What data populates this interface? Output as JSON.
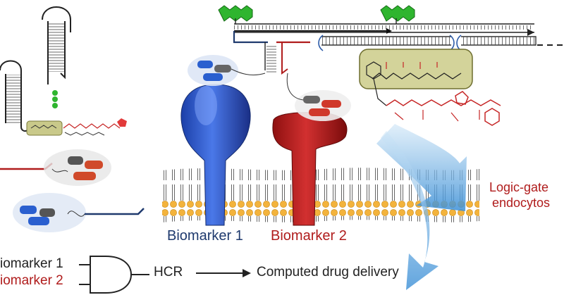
{
  "labels": {
    "biomarker1": "Biomarker 1",
    "biomarker2": "Biomarker 2",
    "logic_line1": "Logic-gate",
    "logic_line2": "endocytos",
    "legend_input1": "iomarker 1",
    "legend_input2": "iomarker 2",
    "hcr": "HCR",
    "computed": "Computed drug delivery"
  },
  "colors": {
    "biomarker1": "#1f3a6e",
    "biomarker2": "#b01c1c",
    "logic": "#b01c1c",
    "legend_input2": "#b01c1c",
    "text": "#222222"
  },
  "icons": [
    "dna-hairpin-icon",
    "fluorophore-icon",
    "drug-linker-icon",
    "affibody-icon",
    "and-gate-icon",
    "arrow-right-icon",
    "endocytosis-arrow-icon"
  ]
}
